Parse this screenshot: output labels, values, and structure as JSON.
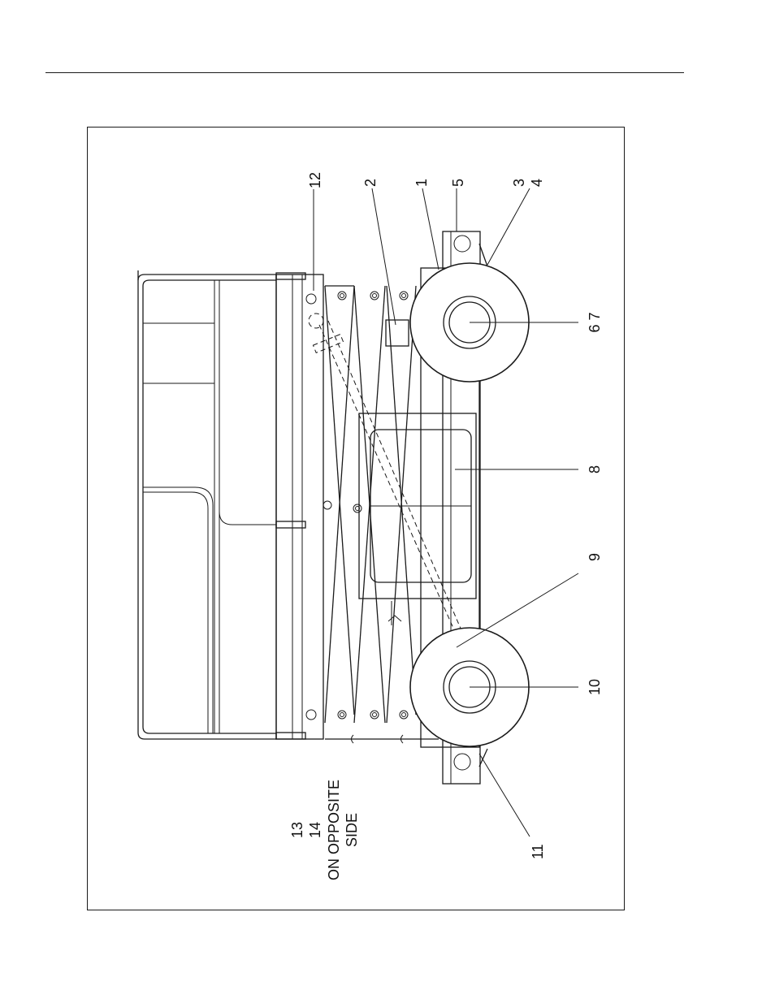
{
  "figure": {
    "callouts": {
      "c1": "1",
      "c2": "2",
      "c3": "3",
      "c4": "4",
      "c5": "5",
      "c67": "6 7",
      "c8": "8",
      "c9": "9",
      "c10": "10",
      "c11": "11",
      "c12": "12"
    },
    "opposite_note": {
      "line1": "13",
      "line2": "14",
      "line3": "ON OPPOSITE",
      "line4": "SIDE"
    }
  }
}
